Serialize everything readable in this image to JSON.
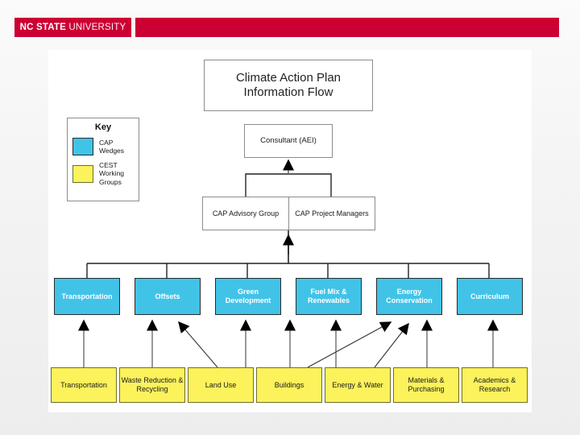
{
  "header": {
    "logo_bold": "NC STATE",
    "logo_light": " UNIVERSITY",
    "brand_color": "#cc0033"
  },
  "diagram": {
    "title": "Climate Action Plan Information Flow",
    "title_line1": "Climate Action Plan",
    "title_line2": "Information Flow",
    "consultant": "Consultant (AEI)",
    "advisory_group": "CAP Advisory Group",
    "project_managers": "CAP Project Managers",
    "key": {
      "heading": "Key",
      "entries": [
        {
          "label": "CAP Wedges",
          "color": "#41c3e8"
        },
        {
          "label": "CEST Working Groups",
          "color": "#fbf25c"
        }
      ]
    },
    "cap_wedges": [
      {
        "label": "Transportation"
      },
      {
        "label": "Offsets"
      },
      {
        "label": "Green Development"
      },
      {
        "label": "Fuel Mix & Renewables"
      },
      {
        "label": "Energy Conservation"
      },
      {
        "label": "Curriculum"
      }
    ],
    "cest_working_groups": [
      {
        "label": "Transportation"
      },
      {
        "label": "Waste Reduction & Recycling"
      },
      {
        "label": "Land Use"
      },
      {
        "label": "Buildings"
      },
      {
        "label": "Energy & Water"
      },
      {
        "label": "Materials & Purchasing"
      },
      {
        "label": "Academics & Research"
      }
    ]
  }
}
